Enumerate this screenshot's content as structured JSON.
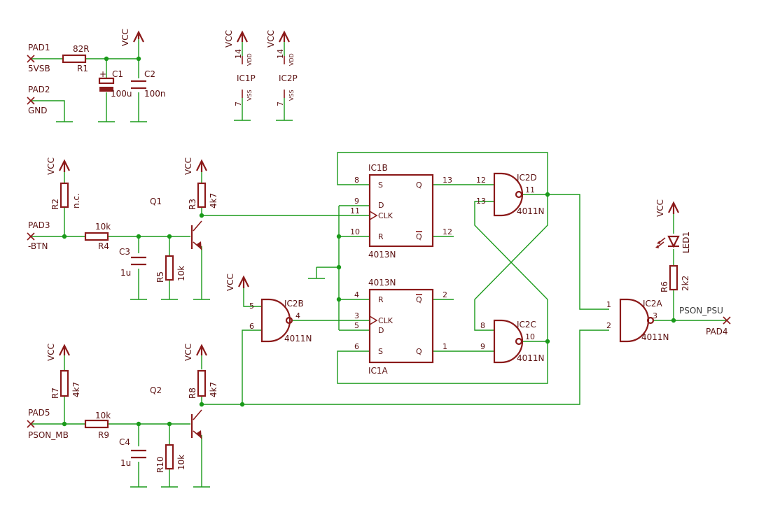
{
  "supplies": {
    "vcc": "VCC",
    "vdd": "VDD",
    "vss": "VSS",
    "pin_vdd": "14",
    "pin_vss": "7"
  },
  "pads": {
    "pad1": "PAD1",
    "net_5vsb": "5VSB",
    "pad2": "PAD2",
    "net_gnd": "GND",
    "pad3": "PAD3",
    "net_btn": "-BTN",
    "pad4": "PAD4",
    "net_pson_psu": "PSON_PSU",
    "pad5": "PAD5",
    "net_pson_mb": "PSON_MB"
  },
  "components": {
    "r1": {
      "name": "R1",
      "value": "82R"
    },
    "c1": {
      "name": "C1",
      "value": "100u",
      "plus": "+"
    },
    "c2": {
      "name": "C2",
      "value": "100n"
    },
    "ic1p": {
      "name": "IC1P"
    },
    "ic2p": {
      "name": "IC2P"
    },
    "r2": {
      "name": "R2",
      "value": "n.c."
    },
    "r3": {
      "name": "R3",
      "value": "4k7"
    },
    "r4": {
      "name": "R4",
      "value": "10k"
    },
    "r5": {
      "name": "R5",
      "value": "10k"
    },
    "c3": {
      "name": "C3",
      "value": "1u"
    },
    "q1": {
      "name": "Q1"
    },
    "r6": {
      "name": "R6",
      "value": "2k2"
    },
    "led1": {
      "name": "LED1"
    },
    "r7": {
      "name": "R7",
      "value": "4k7"
    },
    "r8": {
      "name": "R8",
      "value": "4k7"
    },
    "r9": {
      "name": "R9",
      "value": "10k"
    },
    "r10": {
      "name": "R10",
      "value": "10k"
    },
    "c4": {
      "name": "C4",
      "value": "1u"
    },
    "q2": {
      "name": "Q2"
    }
  },
  "flipflops": {
    "ic1b": {
      "name": "IC1B",
      "part": "4013N",
      "s": "S",
      "d": "D",
      "clk": "CLK",
      "r": "R",
      "q": "Q",
      "qbar": "Q",
      "pin_s": "8",
      "pin_d": "9",
      "pin_clk": "11",
      "pin_r": "10",
      "pin_q": "13",
      "pin_qbar": "12"
    },
    "ic1a": {
      "name": "IC1A",
      "part": "4013N",
      "r": "R",
      "clk": "CLK",
      "d": "D",
      "s": "S",
      "q": "Q",
      "qbar": "Q",
      "pin_r": "4",
      "pin_clk": "3",
      "pin_d": "5",
      "pin_s": "6",
      "pin_q": "1",
      "pin_qbar": "2"
    }
  },
  "gates": {
    "ic2a": {
      "name": "IC2A",
      "part": "4011N",
      "pin_in1": "1",
      "pin_in2": "2",
      "pin_out": "3"
    },
    "ic2b": {
      "name": "IC2B",
      "part": "4011N",
      "pin_in1": "5",
      "pin_in2": "6",
      "pin_out": "4"
    },
    "ic2c": {
      "name": "IC2C",
      "part": "4011N",
      "pin_in1": "8",
      "pin_in2": "9",
      "pin_out": "10"
    },
    "ic2d": {
      "name": "IC2D",
      "part": "4011N",
      "pin_in1": "12",
      "pin_in2": "13",
      "pin_out": "11"
    }
  },
  "colors": {
    "wire": "#1a9a1a",
    "part": "#8b1a1a",
    "text": "#5a1010",
    "background": "#ffffff"
  }
}
